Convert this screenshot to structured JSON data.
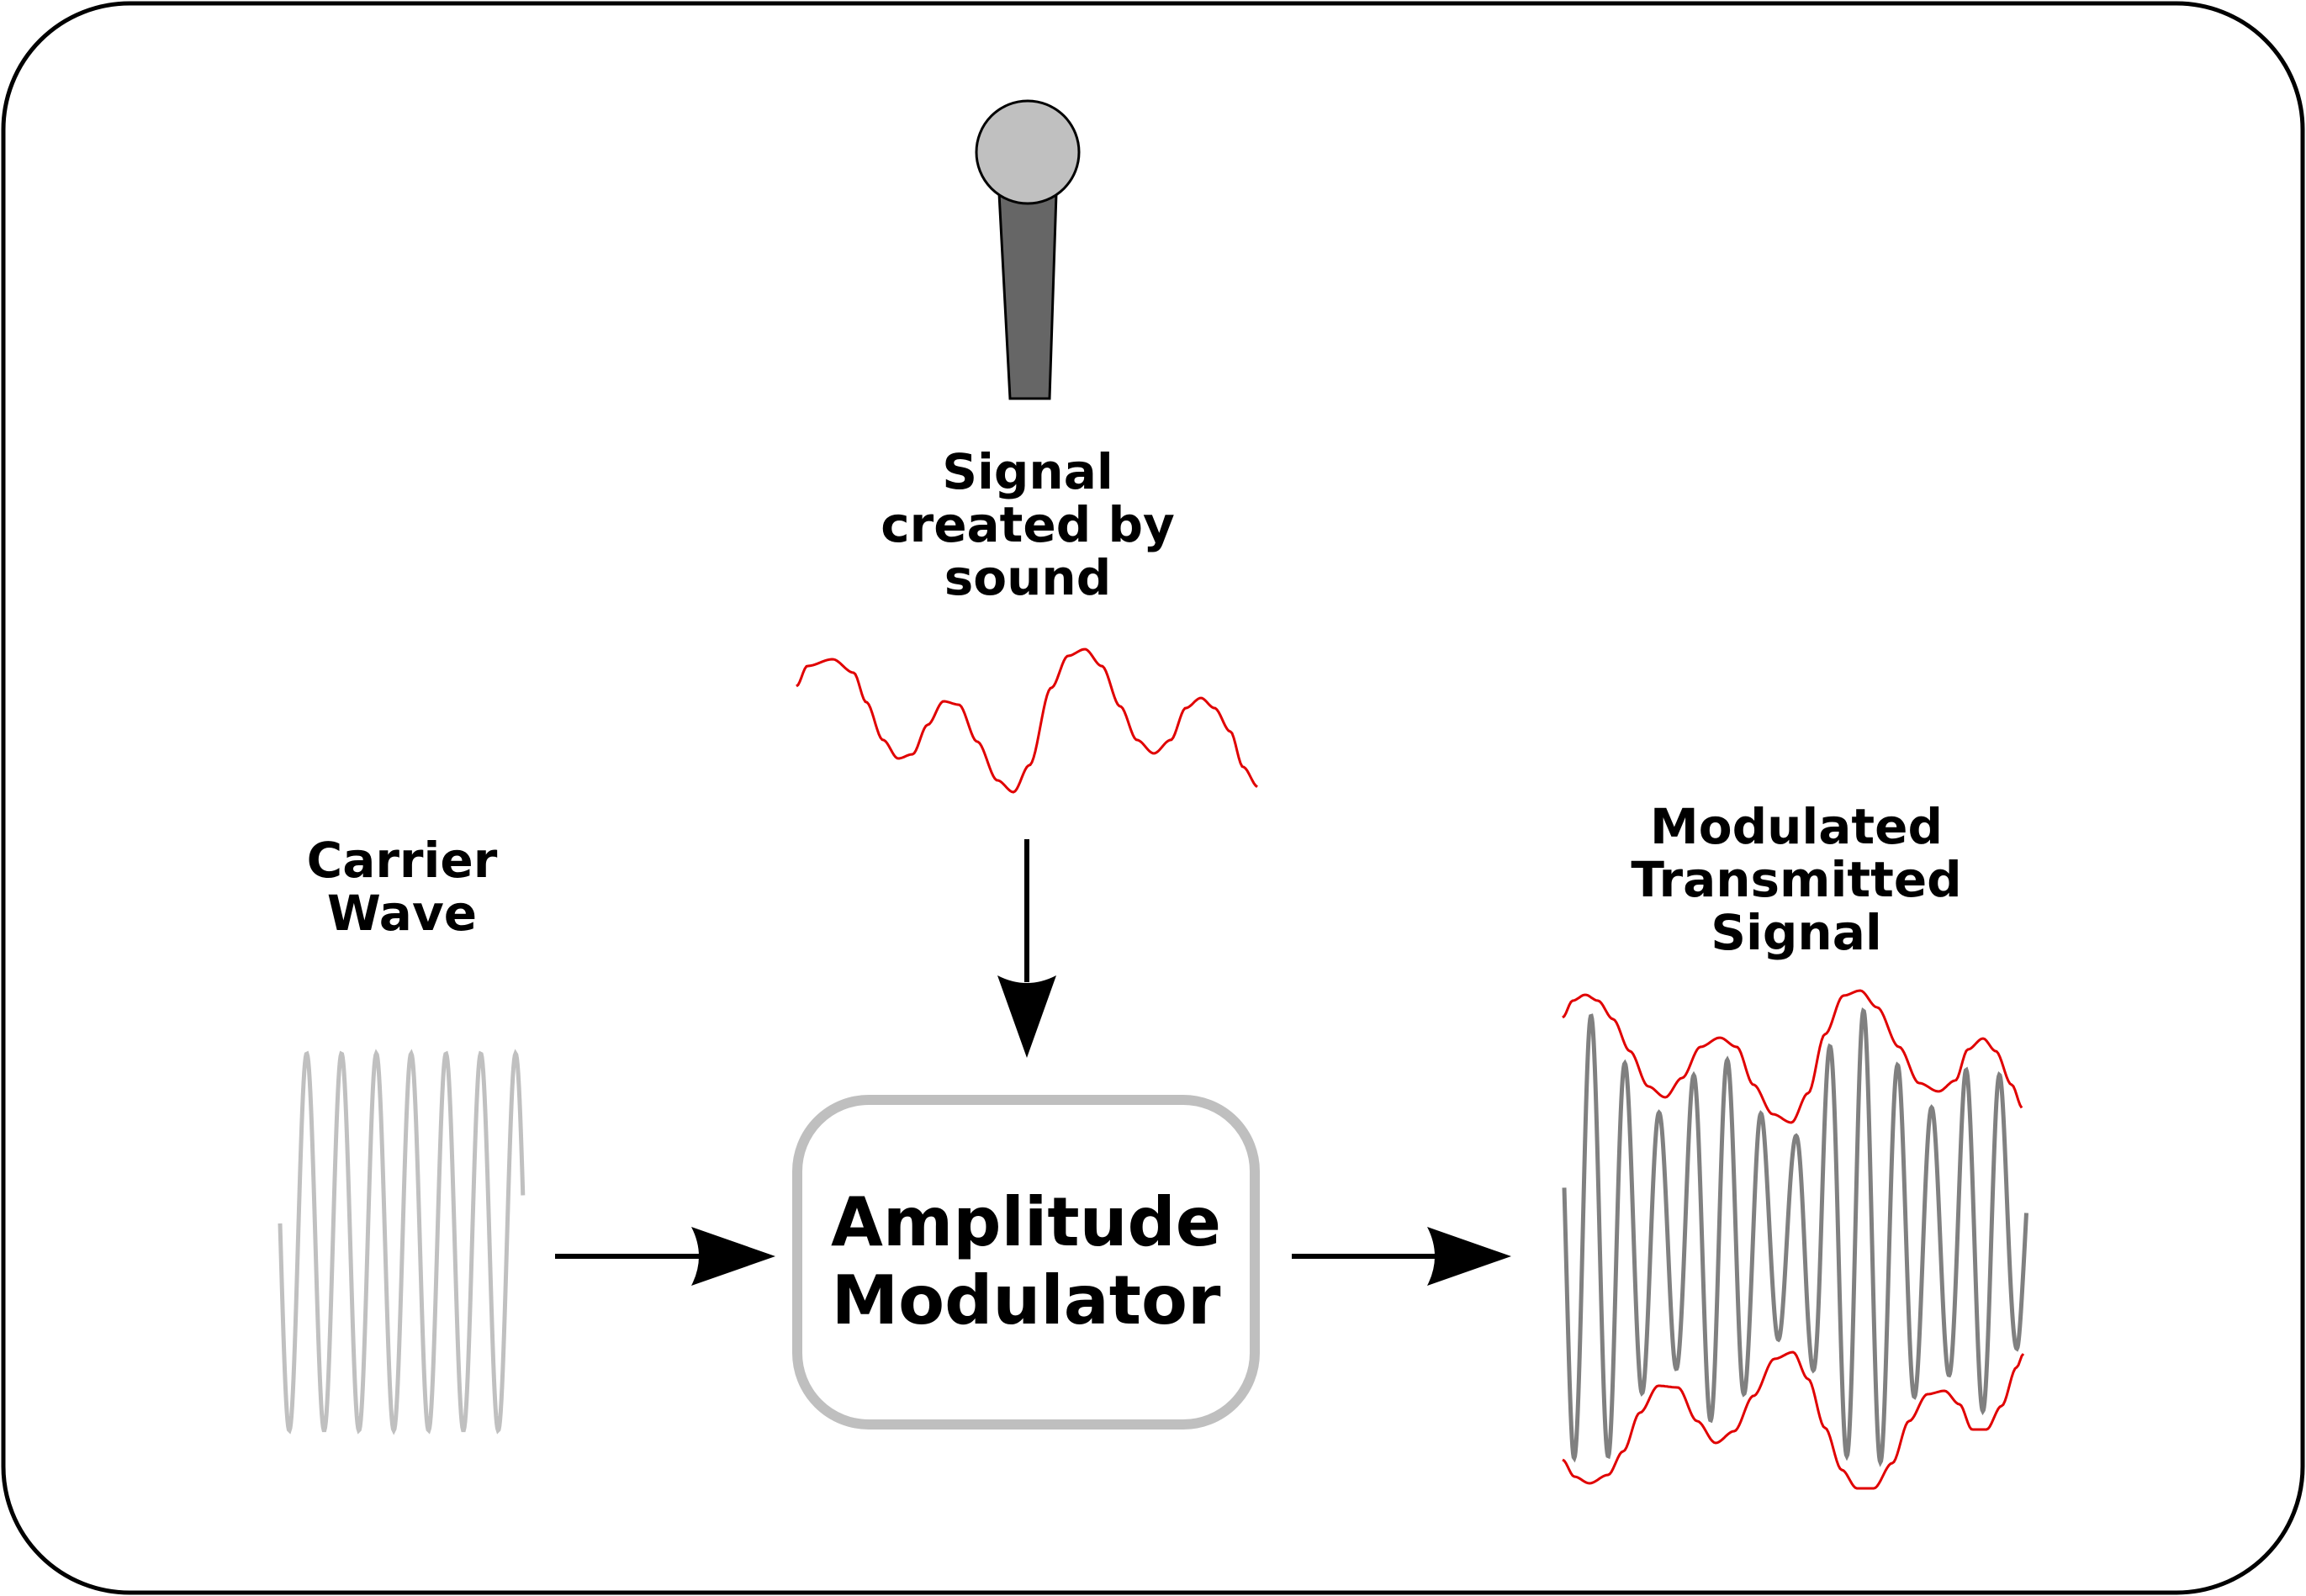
{
  "labels": {
    "signal": [
      "Signal",
      "created by",
      "sound"
    ],
    "carrier": [
      "Carrier",
      "Wave"
    ],
    "modulated": [
      "Modulated",
      "Transmitted",
      "Signal"
    ],
    "modulator": [
      "Amplitude",
      "Modulator"
    ]
  },
  "icons": {
    "microphone": "microphone-icon"
  },
  "colors": {
    "frame_stroke": "#000000",
    "carrier_wave": "#c0c0c0",
    "sound_signal": "#e00000",
    "envelope": "#e00000",
    "modulated_wave": "#808080",
    "modulator_border": "#bfbfbf",
    "mic_head": "#c0c0c0",
    "mic_handle": "#666666",
    "arrow": "#000000"
  }
}
